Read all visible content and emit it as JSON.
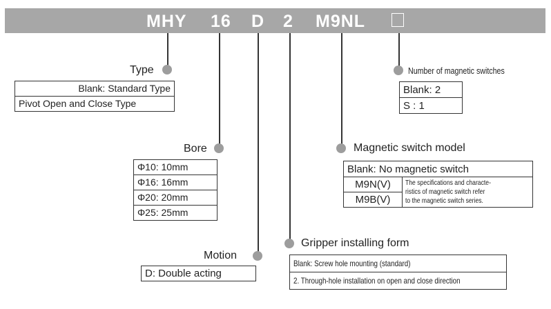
{
  "model_code": {
    "series": "MHY",
    "bore": "16",
    "motion": "D",
    "mounting": "2",
    "switch": "M9NL",
    "switch_count": "□"
  },
  "type": {
    "label": "Type",
    "options": [
      "Blank: Standard Type",
      "Pivot Open and Close Type"
    ]
  },
  "bore": {
    "label": "Bore",
    "options": [
      "Φ10: 10mm",
      "Φ16: 16mm",
      "Φ20: 20mm",
      "Φ25: 25mm"
    ]
  },
  "motion": {
    "label": "Motion",
    "options": [
      "D: Double acting"
    ]
  },
  "gripper_installing_form": {
    "label": "Gripper installing form",
    "options": [
      "Blank: Screw hole mounting (standard)",
      "2. Through-hole installation on open and close direction"
    ]
  },
  "magnetic_switch_model": {
    "label": "Magnetic switch model",
    "header": "Blank: No magnetic switch",
    "models": [
      "M9N(V)",
      "M9B(V)"
    ],
    "note": [
      "The specifications and characte-",
      "ristics of  magnetic switch refer",
      "to the magnetic switch series."
    ]
  },
  "switch_count": {
    "label": "Number of magnetic switches",
    "options": [
      "Blank: 2",
      "S : 1"
    ]
  },
  "colors": {
    "banner": "#a7a7a7",
    "dot": "#9d9d9d",
    "line": "#333333"
  }
}
